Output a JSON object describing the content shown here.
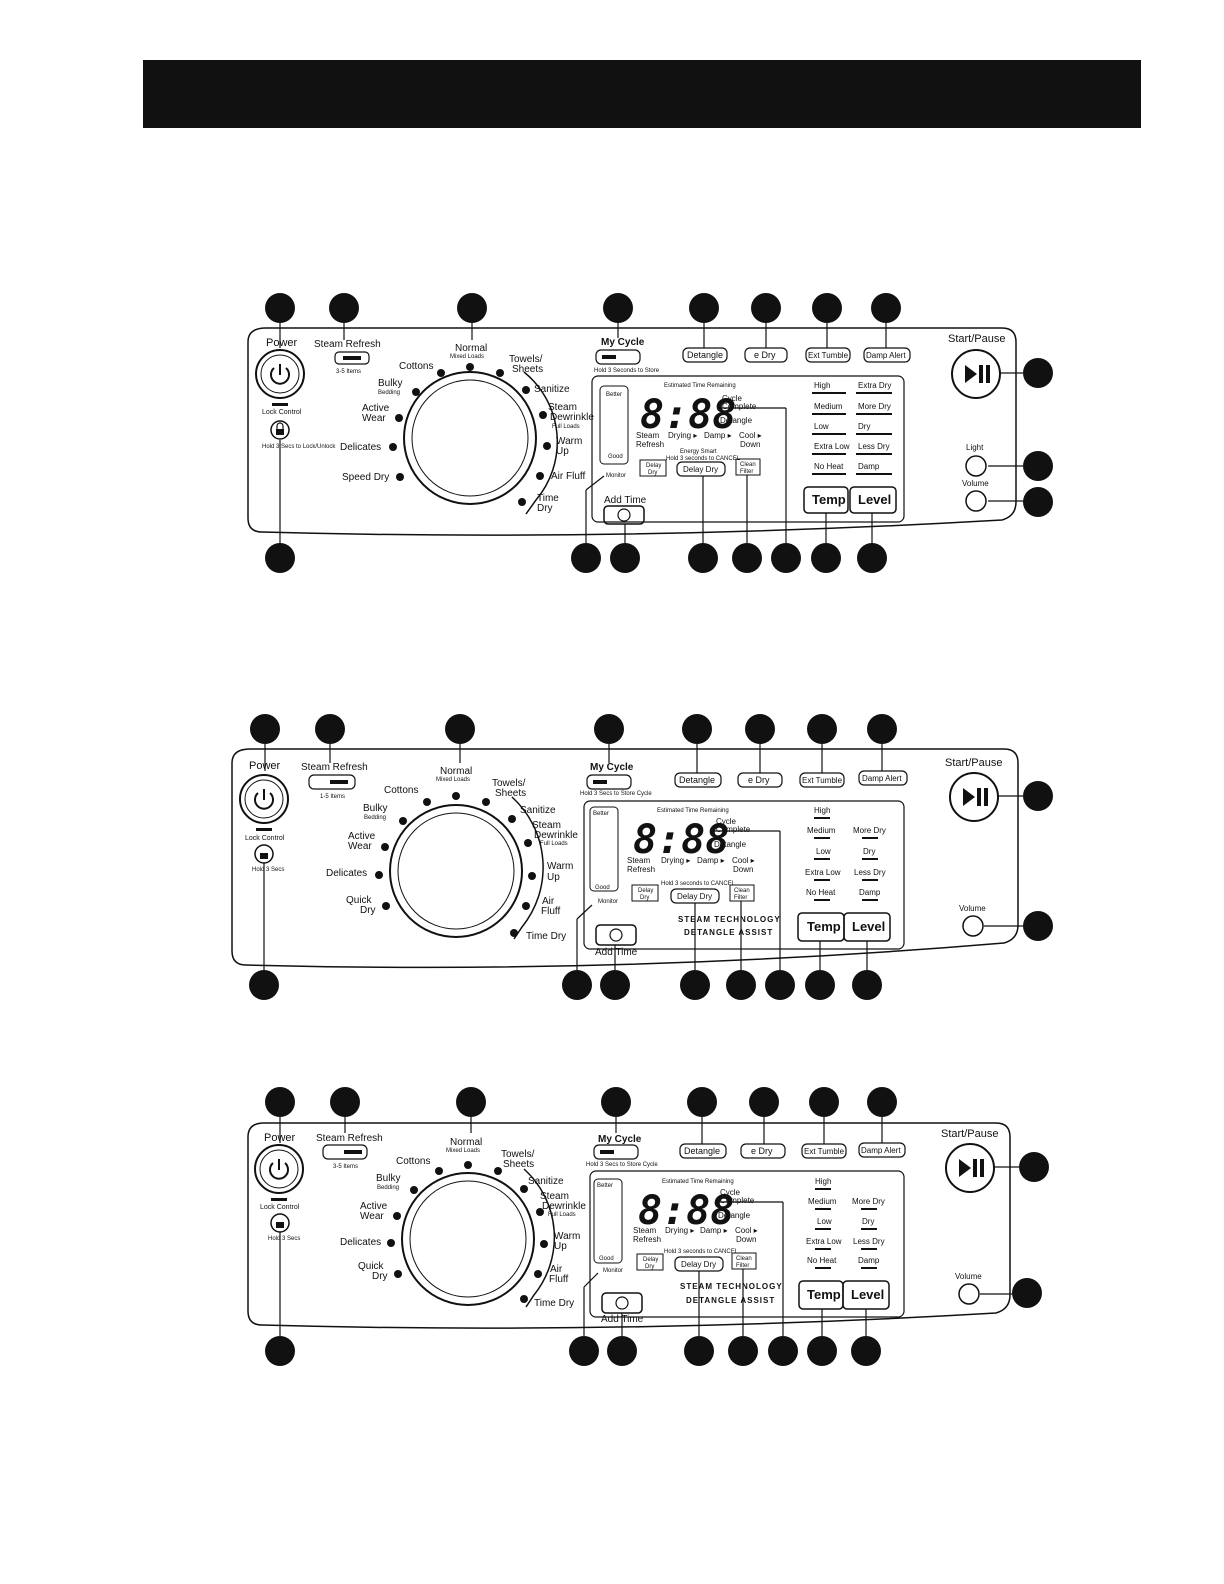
{
  "panels": [
    {
      "power": "Power",
      "steam_refresh": "Steam Refresh",
      "steam_sub": "3-5 Items",
      "lock_control": "Lock Control",
      "lock_sub": "Hold 3 Secs to Lock/Unlock",
      "my_cycle": "My Cycle",
      "my_cycle_sub": "Hold 3 Seconds to Store",
      "top_buttons": [
        "Detangle",
        "e Dry",
        "Ext Tumble",
        "Damp Alert"
      ],
      "start_pause": "Start/Pause",
      "light": "Light",
      "volume": "Volume",
      "cycles": [
        "Normal",
        "Mixed Loads",
        "Cottons",
        "Towels/",
        "Sheets",
        "Bulky",
        "Bedding",
        "Sanitize",
        "Active",
        "Wear",
        "Steam",
        "Dewrinkle",
        "Full Loads",
        "Delicates",
        "Warm",
        "Up",
        "Speed Dry",
        "Air Fluff",
        "Time",
        "Dry"
      ],
      "monitor": [
        "Better",
        "Good",
        "Monitor"
      ],
      "display": {
        "estimated": "Estimated Time Remaining",
        "digits": "8:88",
        "cycle_complete": "Cycle",
        "cycle_complete2": "Complete",
        "detangle": "Detangle",
        "status": [
          "Steam",
          "Refresh",
          "Drying ▸",
          "Damp ▸",
          "Cool ▸",
          "Down"
        ],
        "energy": "Energy Smart",
        "cancel": "Hold 3 seconds to CANCEL",
        "delay_dry_small": "Delay",
        "delay_dry_small2": "Dry",
        "delay_dry": "Delay Dry",
        "clean_filter": "Clean",
        "clean_filter2": "Filter",
        "tech1": "",
        "tech2": ""
      },
      "temps": [
        "High",
        "Medium",
        "Low",
        "Extra Low",
        "No Heat"
      ],
      "levels": [
        "Extra Dry",
        "More Dry",
        "Dry",
        "Less Dry",
        "Damp"
      ],
      "temp_btn": "Temp",
      "level_btn": "Level",
      "add_time": "Add Time"
    },
    {
      "power": "Power",
      "steam_refresh": "Steam Refresh",
      "steam_sub": "1-5 Items",
      "lock_control": "Lock Control",
      "lock_sub": "Hold 3 Secs",
      "my_cycle": "My Cycle",
      "my_cycle_sub": "Hold 3 Secs to Store Cycle",
      "top_buttons": [
        "Detangle",
        "e Dry",
        "Ext Tumble",
        "Damp Alert"
      ],
      "start_pause": "Start/Pause",
      "light": "",
      "volume": "Volume",
      "cycles": [
        "Normal",
        "Mixed Loads",
        "Cottons",
        "Towels/",
        "Sheets",
        "Bulky",
        "Bedding",
        "Sanitize",
        "Active",
        "Wear",
        "Steam",
        "Dewrinkle",
        "Full Loads",
        "Delicates",
        "Warm",
        "Up",
        "Quick",
        "Dry",
        "Air",
        "Fluff",
        "Time Dry"
      ],
      "monitor": [
        "Better",
        "Good",
        "Monitor"
      ],
      "display": {
        "estimated": "Estimated Time Remaining",
        "digits": "8:88",
        "cycle_complete": "Cycle",
        "cycle_complete2": "Complete",
        "detangle": "Detangle",
        "status": [
          "Steam",
          "Refresh",
          "Drying ▸",
          "Damp ▸",
          "Cool ▸",
          "Down"
        ],
        "energy": "",
        "cancel": "Hold 3 seconds to CANCEL",
        "delay_dry_small": "Delay",
        "delay_dry_small2": "Dry",
        "delay_dry": "Delay Dry",
        "clean_filter": "Clean",
        "clean_filter2": "Filter",
        "tech1": "STEAM TECHNOLOGY",
        "tech2": "DETANGLE ASSIST"
      },
      "temps": [
        "High",
        "Medium",
        "Low",
        "Extra Low",
        "No Heat"
      ],
      "levels": [
        "",
        "More Dry",
        "Dry",
        "Less Dry",
        "Damp"
      ],
      "temp_btn": "Temp",
      "level_btn": "Level",
      "add_time": "Add Time"
    },
    {
      "power": "Power",
      "steam_refresh": "Steam Refresh",
      "steam_sub": "3-5 Items",
      "lock_control": "Lock Control",
      "lock_sub": "Hold 3 Secs",
      "my_cycle": "My Cycle",
      "my_cycle_sub": "Hold 3 Secs to Store Cycle",
      "top_buttons": [
        "Detangle",
        "e Dry",
        "Ext Tumble",
        "Damp Alert"
      ],
      "start_pause": "Start/Pause",
      "light": "",
      "volume": "Volume",
      "cycles": [
        "Normal",
        "Mixed Loads",
        "Cottons",
        "Towels/",
        "Sheets",
        "Bulky",
        "Bedding",
        "Sanitize",
        "Active",
        "Wear",
        "Steam",
        "Dewrinkle",
        "Full Loads",
        "Delicates",
        "Warm",
        "Up",
        "Quick",
        "Dry",
        "Air",
        "Fluff",
        "Time Dry"
      ],
      "monitor": [
        "Better",
        "Good",
        "Monitor"
      ],
      "display": {
        "estimated": "Estimated Time Remaining",
        "digits": "8:88",
        "cycle_complete": "Cycle",
        "cycle_complete2": "Complete",
        "detangle": "Detangle",
        "status": [
          "Steam",
          "Refresh",
          "Drying ▸",
          "Damp ▸",
          "Cool ▸",
          "Down"
        ],
        "energy": "",
        "cancel": "Hold 3 seconds to CANCEL",
        "delay_dry_small": "Delay",
        "delay_dry_small2": "Dry",
        "delay_dry": "Delay Dry",
        "clean_filter": "Clean",
        "clean_filter2": "Filter",
        "tech1": "STEAM TECHNOLOGY",
        "tech2": "DETANGLE ASSIST"
      },
      "temps": [
        "High",
        "Medium",
        "Low",
        "Extra Low",
        "No Heat"
      ],
      "levels": [
        "",
        "More Dry",
        "Dry",
        "Less Dry",
        "Damp"
      ],
      "temp_btn": "Temp",
      "level_btn": "Level",
      "add_time": "Add Time"
    }
  ]
}
